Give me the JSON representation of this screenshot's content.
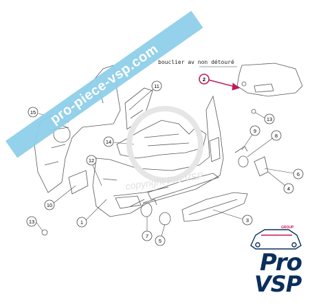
{
  "watermark": {
    "ribbon_text": "pro-piece-vsp.com",
    "center_text": "copyright Pro VSP"
  },
  "callout": {
    "text": "bouclier av non détouré"
  },
  "part_labels": [
    "1",
    "2",
    "3",
    "4",
    "5",
    "6",
    "7",
    "8",
    "9",
    "10",
    "11",
    "12",
    "13",
    "13",
    "13",
    "14",
    "15"
  ],
  "logo": {
    "line1": "Pro",
    "line2": "VSP",
    "group": "GROUP"
  },
  "colors": {
    "line": "#444444",
    "highlight": "#c2185b",
    "ribbon": "#8fcfe9",
    "logo": "#0b2f5c"
  }
}
